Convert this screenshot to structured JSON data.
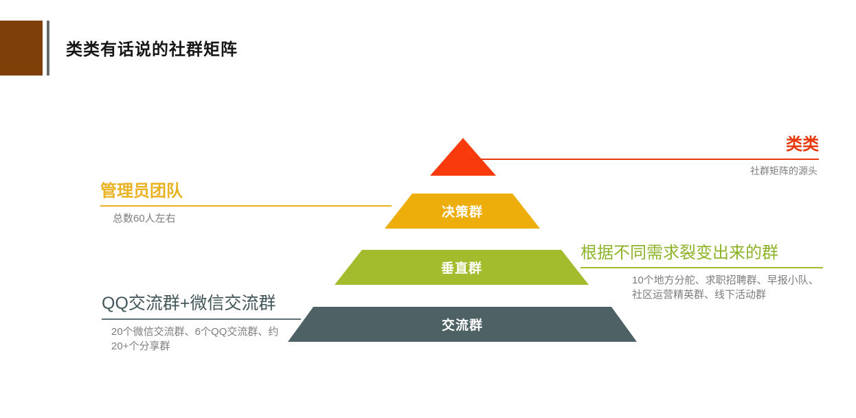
{
  "header": {
    "title": "类类有话说的社群矩阵",
    "accent_block_color": "#7e3f08",
    "divider_color": "#666a6c"
  },
  "pyramid": {
    "layers": [
      {
        "id": "l1",
        "label": "",
        "color": "#f93a0c",
        "shape": "triangle"
      },
      {
        "id": "l2",
        "label": "决策群",
        "color": "#edad0b",
        "shape": "trapezoid"
      },
      {
        "id": "l3",
        "label": "垂直群",
        "color": "#a2bc2e",
        "shape": "trapezoid"
      },
      {
        "id": "l4",
        "label": "交流群",
        "color": "#4e6164",
        "shape": "trapezoid"
      }
    ]
  },
  "callouts": [
    {
      "id": "top",
      "title": "类类",
      "description": "社群矩阵的源头",
      "color": "#e8380d",
      "align": "right"
    },
    {
      "id": "admin",
      "title": "管理员团队",
      "description": "总数60人左右",
      "color": "#eab221",
      "align": "left"
    },
    {
      "id": "vertical",
      "title": "根据不同需求裂变出来的群",
      "description": "10个地方分舵、求职招聘群、早报小队、社区运营精英群、线下活动群",
      "color": "#8db328",
      "align": "left"
    },
    {
      "id": "qq",
      "title": "QQ交流群+微信交流群",
      "description": "20个微信交流群、6个QQ交流群、约20+个分享群",
      "color": "#43565a",
      "align": "left"
    }
  ]
}
